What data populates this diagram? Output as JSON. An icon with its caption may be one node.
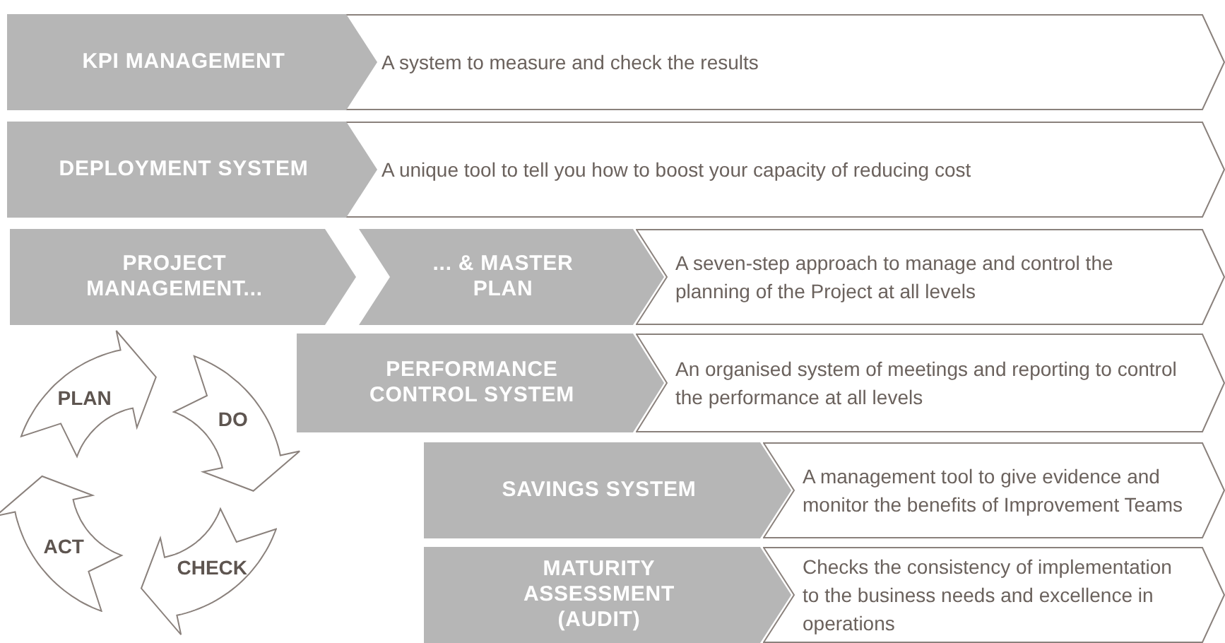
{
  "diagram": {
    "nodes": [
      {
        "text": [
          "KPI MANAGEMENT"
        ]
      },
      {
        "text": [
          "A system to measure and check the results"
        ]
      },
      {
        "text": [
          "DEPLOYMENT SYSTEM"
        ]
      },
      {
        "text": [
          "A unique tool to tell you how to boost your capacity of reducing cost"
        ]
      },
      {
        "text": [
          "PROJECT MANAGEMENT..."
        ]
      },
      {
        "text": [
          "... & MASTER PLAN"
        ]
      },
      {
        "text": [
          "A seven-step approach to manage and control the planning of the Project at all levels"
        ]
      },
      {
        "text": [
          "PERFORMANCE CONTROL SYSTEM"
        ]
      },
      {
        "text": [
          "An organised system of meetings and reporting to control the performance at all levels"
        ]
      },
      {
        "text": [
          "SAVINGS SYSTEM"
        ]
      },
      {
        "text": [
          "A management tool to give evidence and monitor the benefits of Improvement Teams"
        ]
      },
      {
        "text": [
          "MATURITY ASSESSMENT (AUDIT)"
        ]
      },
      {
        "text": [
          "Checks the consistency of implementation to the business needs and excellence in operations"
        ]
      },
      {
        "text": [
          "PLAN"
        ]
      },
      {
        "text": [
          "DO"
        ]
      },
      {
        "text": [
          "CHECK"
        ]
      },
      {
        "text": [
          "ACT"
        ]
      }
    ]
  }
}
